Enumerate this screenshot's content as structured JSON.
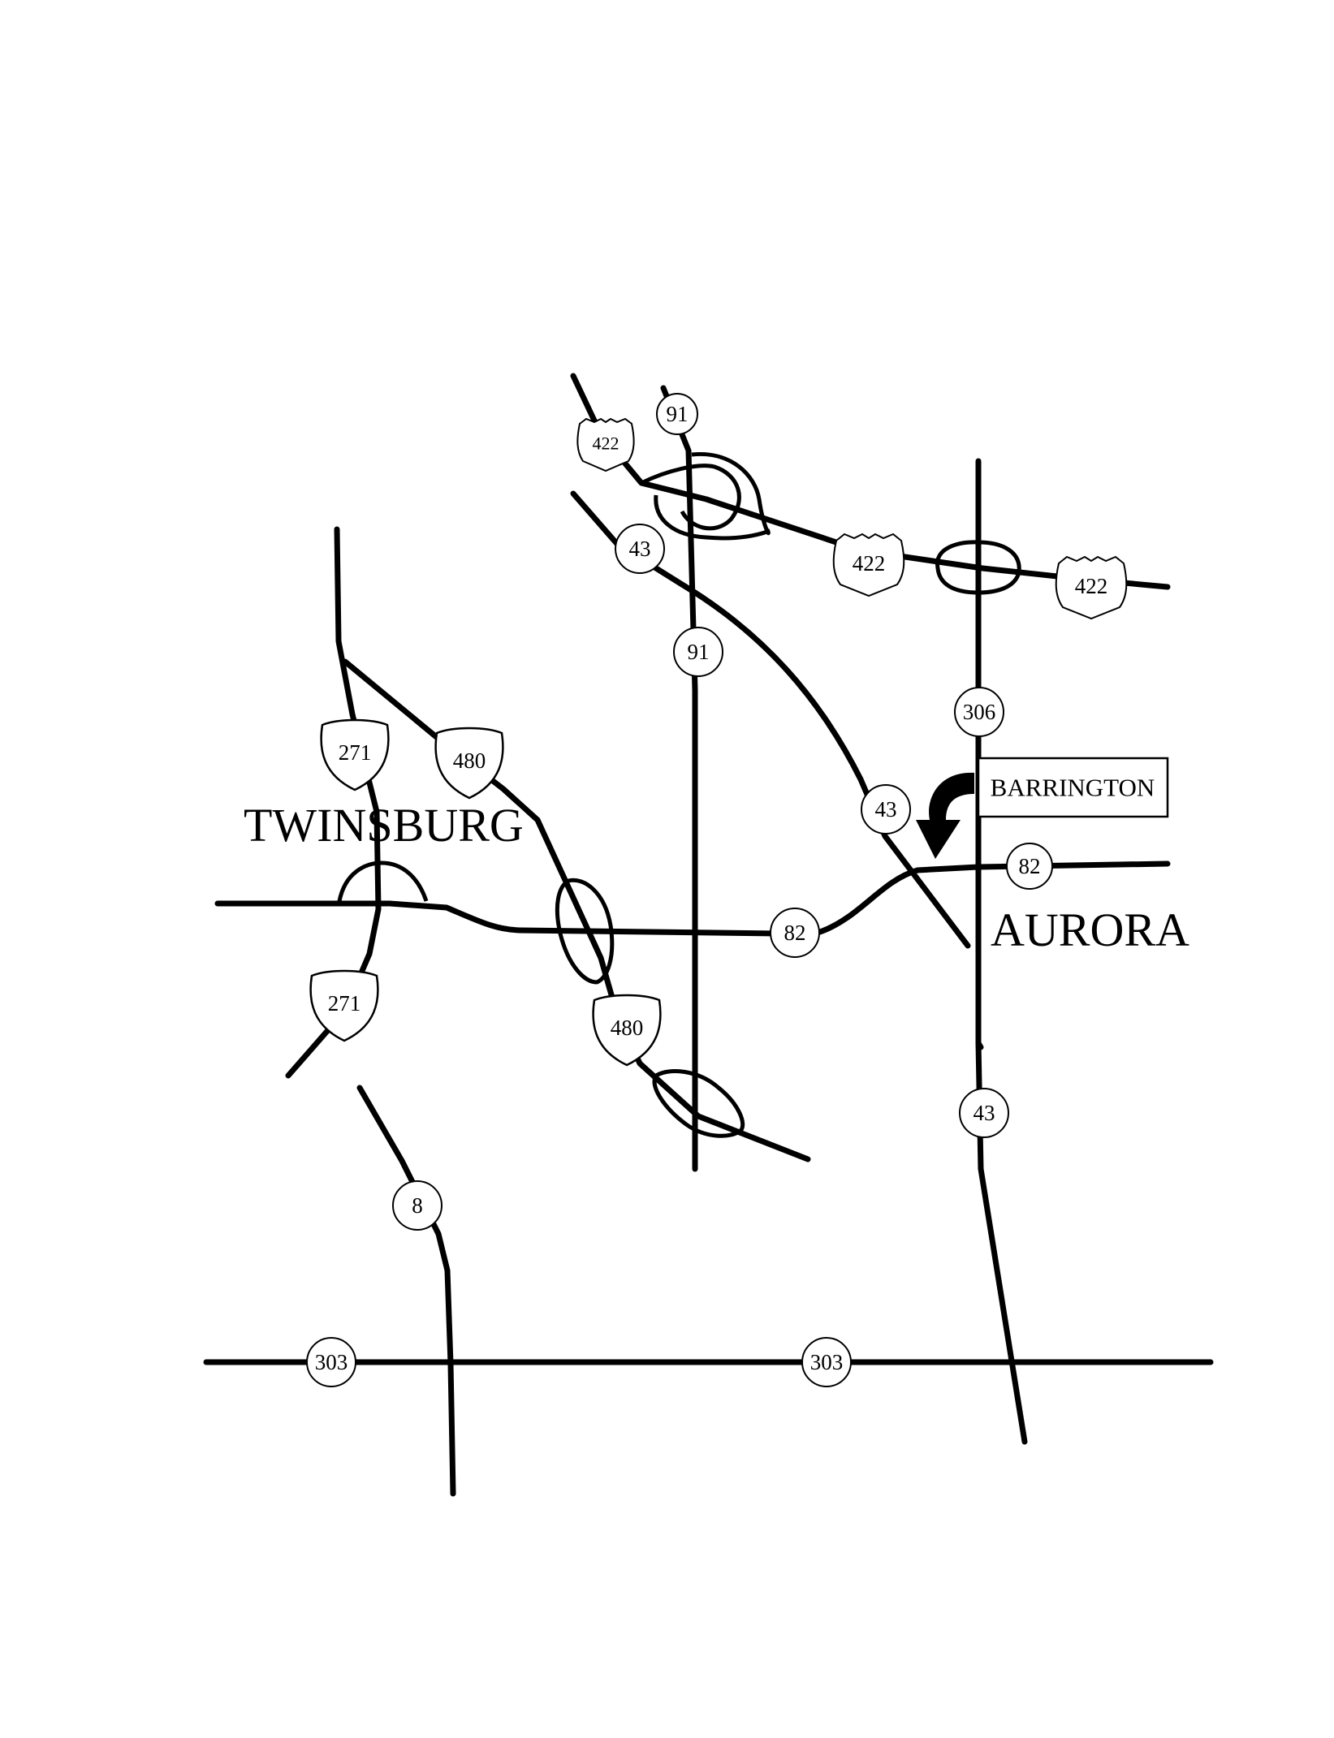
{
  "towns": {
    "twinsburg": "TWINSBURG",
    "aurora": "AURORA"
  },
  "destination": {
    "label": "BARRINGTON"
  },
  "shields": {
    "interstate": [
      "271",
      "480",
      "271",
      "480"
    ],
    "us": [
      "422",
      "422",
      "422"
    ],
    "state": [
      "91",
      "43",
      "91",
      "306",
      "43",
      "82",
      "82",
      "43",
      "8",
      "303",
      "303"
    ]
  },
  "colors": {
    "ink": "#000000",
    "background": "#ffffff"
  }
}
